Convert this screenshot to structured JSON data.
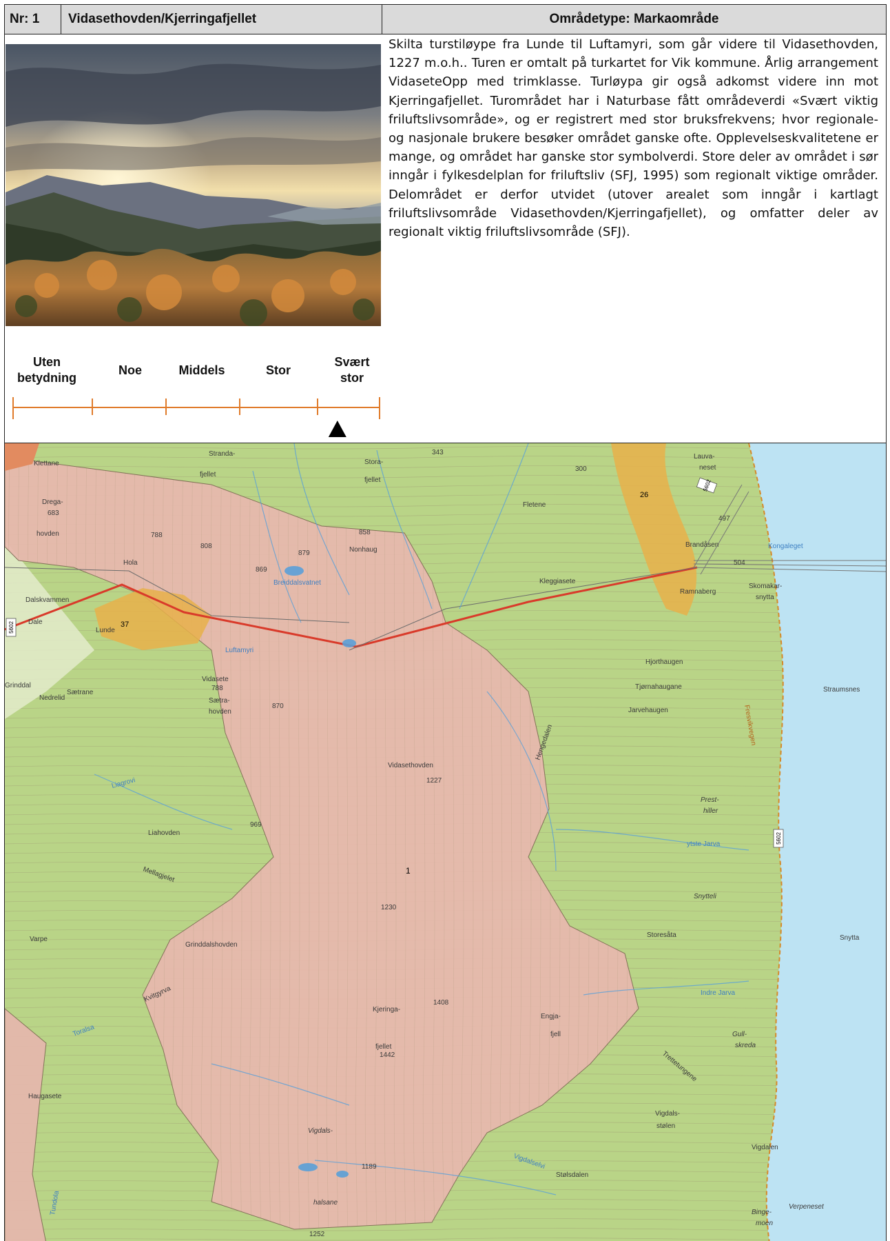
{
  "header": {
    "nr": "Nr: 1",
    "name": "Vidasethovden/Kjerringafjellet",
    "area_type": "Områdetype: Markaområde"
  },
  "description": "Skilta turstiløype fra Lunde til Luftamyri, som går videre til Vidasethovden, 1227 m.o.h.. Turen er omtalt på turkartet for Vik kommune. Årlig arrangement VidaseteOpp med trimklasse. Turløypa gir også adkomst videre inn mot Kjerringafjellet. Turområdet har i Naturbase fått områdeverdi «Svært viktig friluftslivsområde», og er registrert med stor bruksfrekvens; hvor regionale- og nasjonale brukere besøker området ganske ofte. Opplevelseskvalitetene er mange, og området har ganske stor symbolverdi. Store deler av området i sør inngår i fylkesdelplan for friluftsliv (SFJ, 1995) som regionalt viktige områder. Delområdet er derfor utvidet (utover arealet som inngår i kartlagt friluftslivsområde Vidasethovden/Kjerringafjellet), og omfatter deler av regionalt viktig friluftslivsområde (SFJ).",
  "value_scale": {
    "labels": [
      {
        "line1": "Uten",
        "line2": "betydning"
      },
      {
        "line1": "Noe",
        "line2": ""
      },
      {
        "line1": "Middels",
        "line2": ""
      },
      {
        "line1": "Stor",
        "line2": ""
      },
      {
        "line1": "Svært",
        "line2": "stor"
      }
    ],
    "selected_index": 4,
    "marker_fraction": 0.885,
    "color": "#e07b2a"
  },
  "map": {
    "colors": {
      "forest": "#b9d487",
      "pink_zone": "#e7b7ae",
      "light_pink": "#f0c9b4",
      "sea": "#bde3f3",
      "trail": "#d93a2a",
      "road": "#e8b04a"
    },
    "labels": {
      "strandafjellet": "Stranda-",
      "fjellet1": "fjellet",
      "stora": "Stora-",
      "fjellet2": "fjellet",
      "klettane": "Klettane",
      "drega": "Drega-",
      "drega_h": "683",
      "hovden": "hovden",
      "h788a": "788",
      "h808": "808",
      "hola": "Hola",
      "h869": "869",
      "h879": "879",
      "h858": "858",
      "nonhaug": "Nonhaug",
      "breiddal": "Breiddalsvatnet",
      "fletene": "Fletene",
      "kleggiasete": "Kleggiasete",
      "brandasen": "Brandåsen",
      "kongaleget": "Kongaleget",
      "h504": "504",
      "skomakar": "Skomakar-",
      "snytta1": "snytta",
      "ramnaberg": "Ramnaberg",
      "lauva": "Lauva-",
      "neset": "neset",
      "h497": "497",
      "h300": "300",
      "h343": "343",
      "road26": "26",
      "road5602": "5602",
      "dalskvammen": "Dalskvammen",
      "dale": "Dale",
      "lunde": "Lunde",
      "road37": "37",
      "luftamyri": "Luftamyri",
      "vidasete": "Vidasete",
      "h788b": "788",
      "grinddal": "Grinddal",
      "saetrane": "Sætrane",
      "nedrelid": "Nedrelid",
      "saetra": "Sætra-",
      "hovden2": "hovden",
      "h870": "870",
      "hjorthaugen": "Hjorthaugen",
      "tjornahaugane": "Tjørnahaugane",
      "jarvehaugen": "Jarvehaugen",
      "straumsnes": "Straumsnes",
      "fresvikvegen": "Fresvikvegen",
      "vidasethovden": "Vidasethovden",
      "h1227": "1227",
      "liahovden": "Liahovden",
      "h969": "969",
      "liagrovi": "Liagrovi",
      "hengedalen": "Hengedalen",
      "prest": "Prest-",
      "hiller": "hiller",
      "ytste_jarva": "ytste Jarva",
      "mellagjelet": "Mellagjelet",
      "h1230": "1230",
      "snyttelii": "Snytteli",
      "storesata": "Storesåta",
      "snytta2": "Snytta",
      "varpe": "Varpe",
      "grinddalshovden": "Grinddalshovden",
      "kvitgyrva": "Kvitgyrva",
      "kjeringa": "Kjeringa-",
      "h1408": "1408",
      "fjellet3": "fjellet",
      "h1442": "1442",
      "engja": "Engja-",
      "fjell": "fjell",
      "indre_jarva": "Indre Jarva",
      "gull": "Gull-",
      "skreda": "skreda",
      "toralsa": "Toralsa",
      "trettetungene": "Trettetungene",
      "haugasete": "Haugasete",
      "vigdals": "Vigdals-",
      "stolen": "stølen",
      "vigdalen": "Vigdalen",
      "vigdalselvi": "Vigdalselvi",
      "vigdals2": "Vigdals-",
      "halsane": "halsane",
      "h1189": "1189",
      "stolsdalen": "Stølsdalen",
      "verpeneset": "Verpeneset",
      "binge": "Binge-",
      "moen": "moen",
      "h1252": "1252",
      "tundola": "Tundola",
      "area_nr": "1"
    }
  }
}
